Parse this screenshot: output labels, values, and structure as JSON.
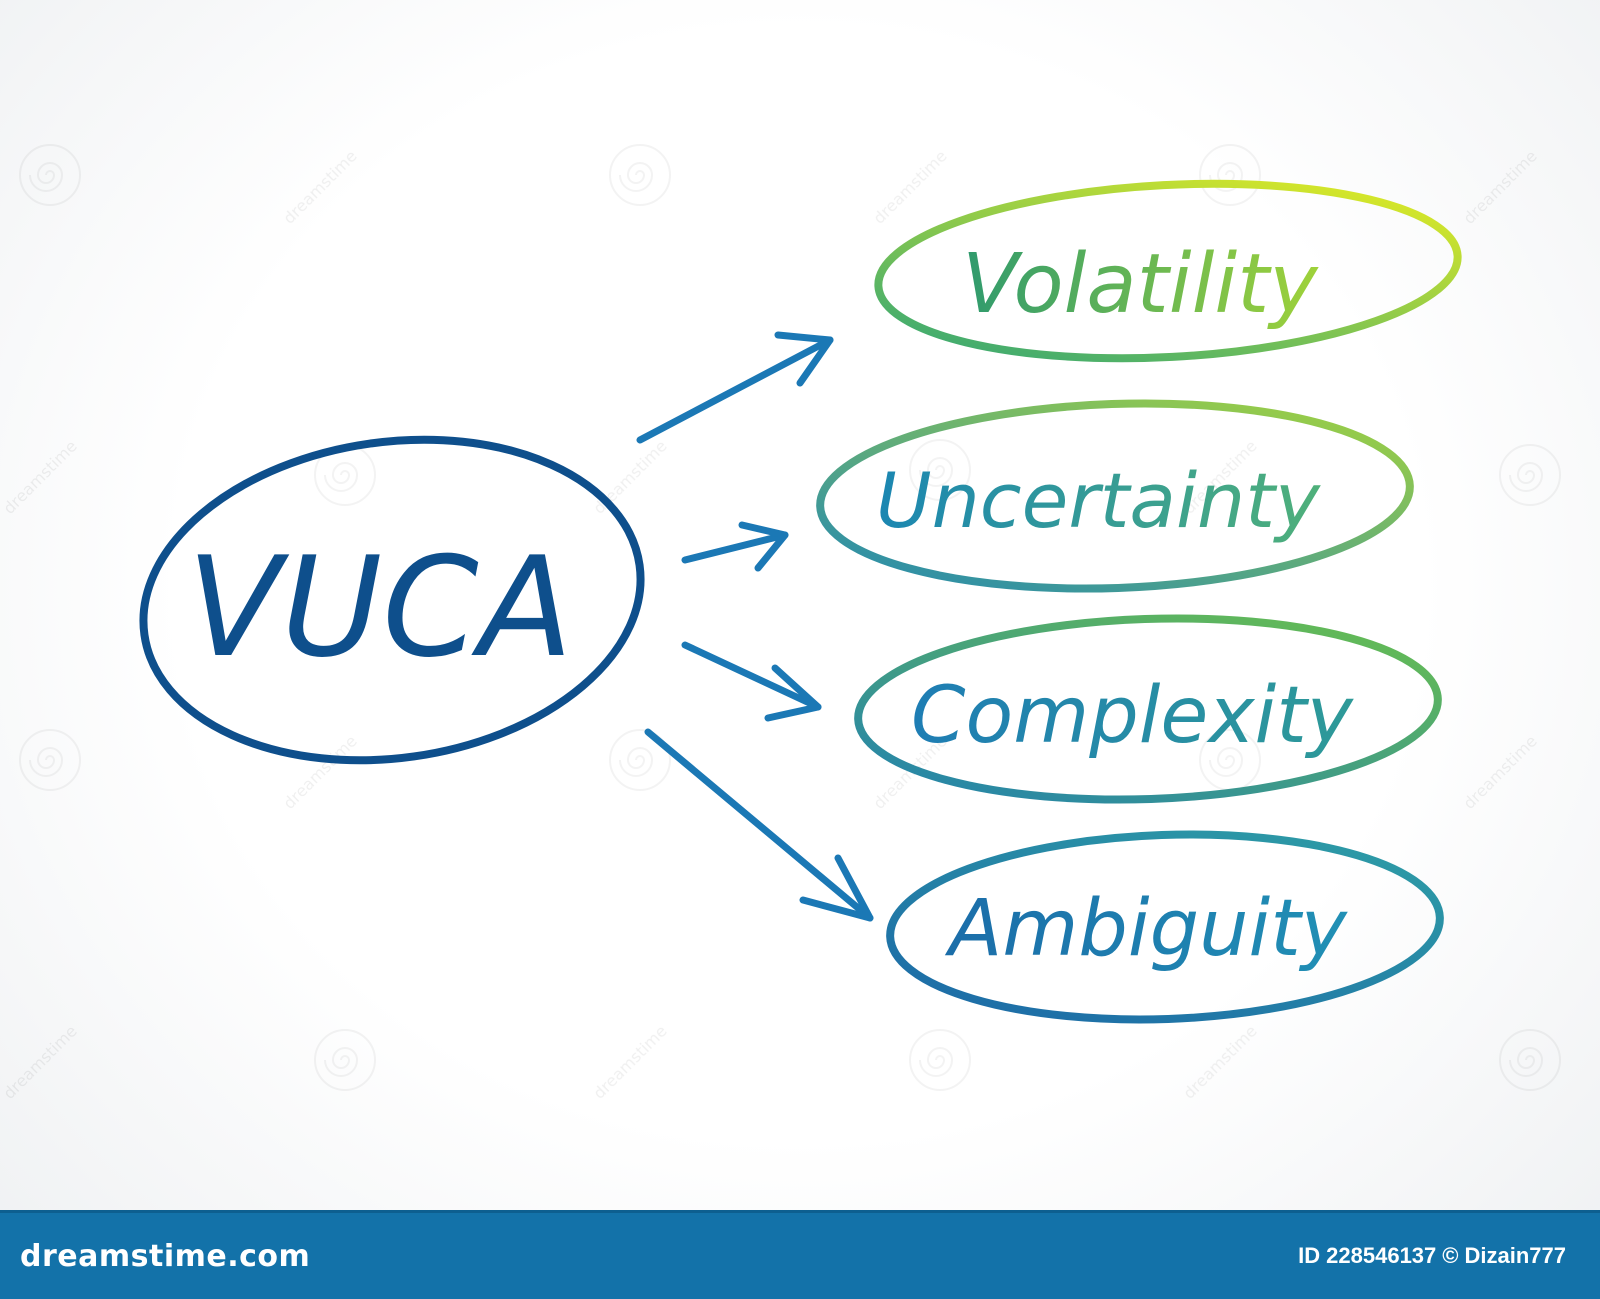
{
  "diagram": {
    "center": {
      "label": "VUCA",
      "color": "#0e4f8c"
    },
    "items": [
      {
        "label": "Volatility",
        "text_color": "#3da46b",
        "ring_from": "#2aa27a",
        "ring_to": "#eef01e"
      },
      {
        "label": "Uncertainty",
        "text_color": "#1a8fb0",
        "ring_from": "#1f86b5",
        "ring_to": "#a8d63a"
      },
      {
        "label": "Complexity",
        "text_color": "#1f7fb3",
        "ring_from": "#1f7fb3",
        "ring_to": "#6cc24a"
      },
      {
        "label": "Ambiguity",
        "text_color": "#1d6fa8",
        "ring_from": "#1b67a7",
        "ring_to": "#2fa0a6"
      }
    ],
    "arrow_color": "#1b78b5"
  },
  "watermark": {
    "text": "dreamstime",
    "icon": "dreamstime-spiral-icon"
  },
  "footer": {
    "brand": "dreamstime.com",
    "id_label": "ID",
    "id_value": "228546137",
    "copyright_symbol": "©",
    "author": "Dizain777",
    "background": "#1372a9"
  }
}
